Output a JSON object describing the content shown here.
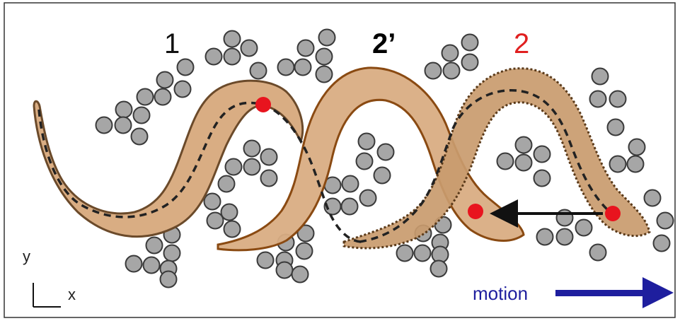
{
  "labels": {
    "label_1": "1",
    "label_2prime": "2’",
    "label_2": "2",
    "axis_y": "y",
    "axis_x": "x",
    "motion": "motion"
  },
  "colors": {
    "label_1": "#111111",
    "label_2prime": "#000000",
    "label_2": "#e02020",
    "motion": "#1e1e9e",
    "worm_fill_light": "#d9ad83",
    "worm_fill_dark": "#c99b6e",
    "worm_stroke": "#7a4a22",
    "obstacle_fill": "#a6a6a6",
    "obstacle_stroke": "#3a3a3a",
    "head_marker": "#e8141e"
  },
  "icons": {
    "motion_arrow": "right-arrow-icon",
    "displacement_arrow": "left-arrow-icon"
  }
}
